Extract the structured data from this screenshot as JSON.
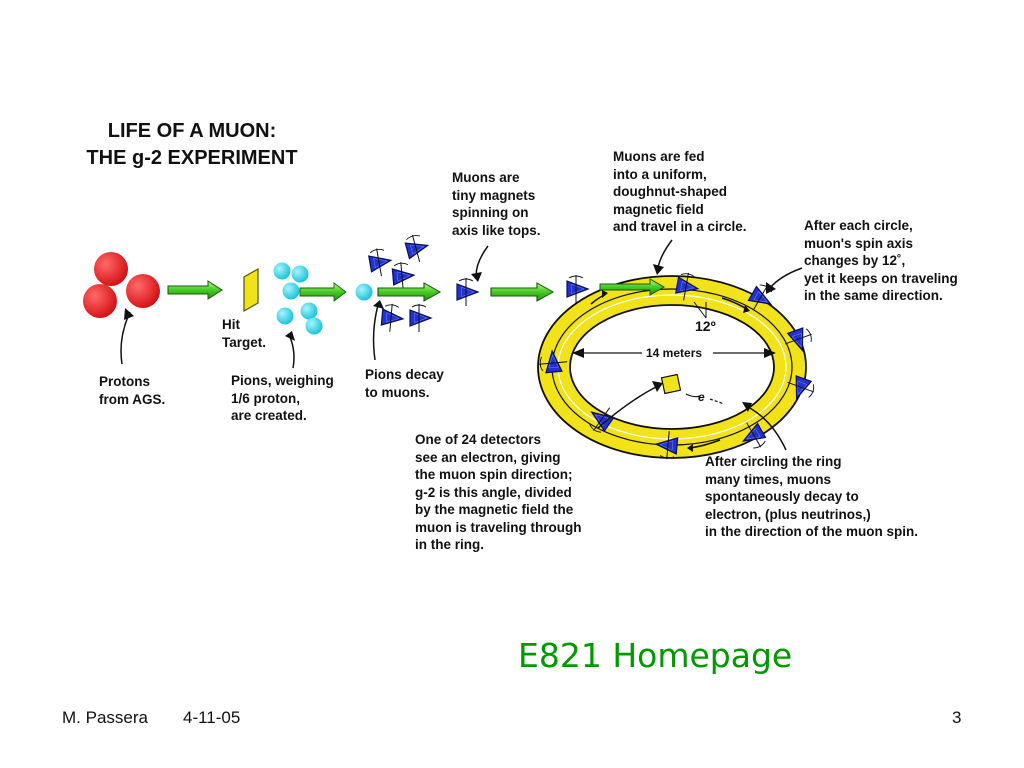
{
  "diagram": {
    "title": "LIFE OF A MUON:\nTHE g-2 EXPERIMENT",
    "labels": {
      "protons": "Protons\nfrom AGS.",
      "hit_target": "Hit\nTarget.",
      "pions_created": "Pions, weighing\n1/6 proton,\nare created.",
      "pions_decay": "Pions decay\nto muons.",
      "muons_magnets": "Muons are\ntiny magnets\nspinning on\naxis like tops.",
      "muons_fed": "Muons are fed\ninto a uniform,\ndoughnut-shaped\nmagnetic field\nand travel in a circle.",
      "spin_axis": "After each circle,\nmuon's spin axis\nchanges by 12˚,\nyet it keeps on traveling\nin the same direction.",
      "detector": "One of 24 detectors\nsee an electron, giving\nthe muon spin direction;\ng-2 is this angle, divided\nby the magnetic field the\nmuon is traveling through\nin the ring.",
      "decay": "After circling the ring\nmany times, muons\nspontaneously decay to\nelectron, (plus neutrinos,)\nin the direction of the muon spin."
    },
    "ring_labels": {
      "angle": "12º",
      "diameter": "14 meters",
      "electron": "e"
    },
    "colors": {
      "proton": "#e8141a",
      "pion": "#22d0e0",
      "muon_top": "#2233cc",
      "arrow": "#44cc22",
      "ring": "#f2e21a",
      "target": "#f2e21a"
    }
  },
  "homepage_link": "E821 Homepage",
  "footer": {
    "author": "M. Passera",
    "date": "4-11-05",
    "page": "3"
  }
}
